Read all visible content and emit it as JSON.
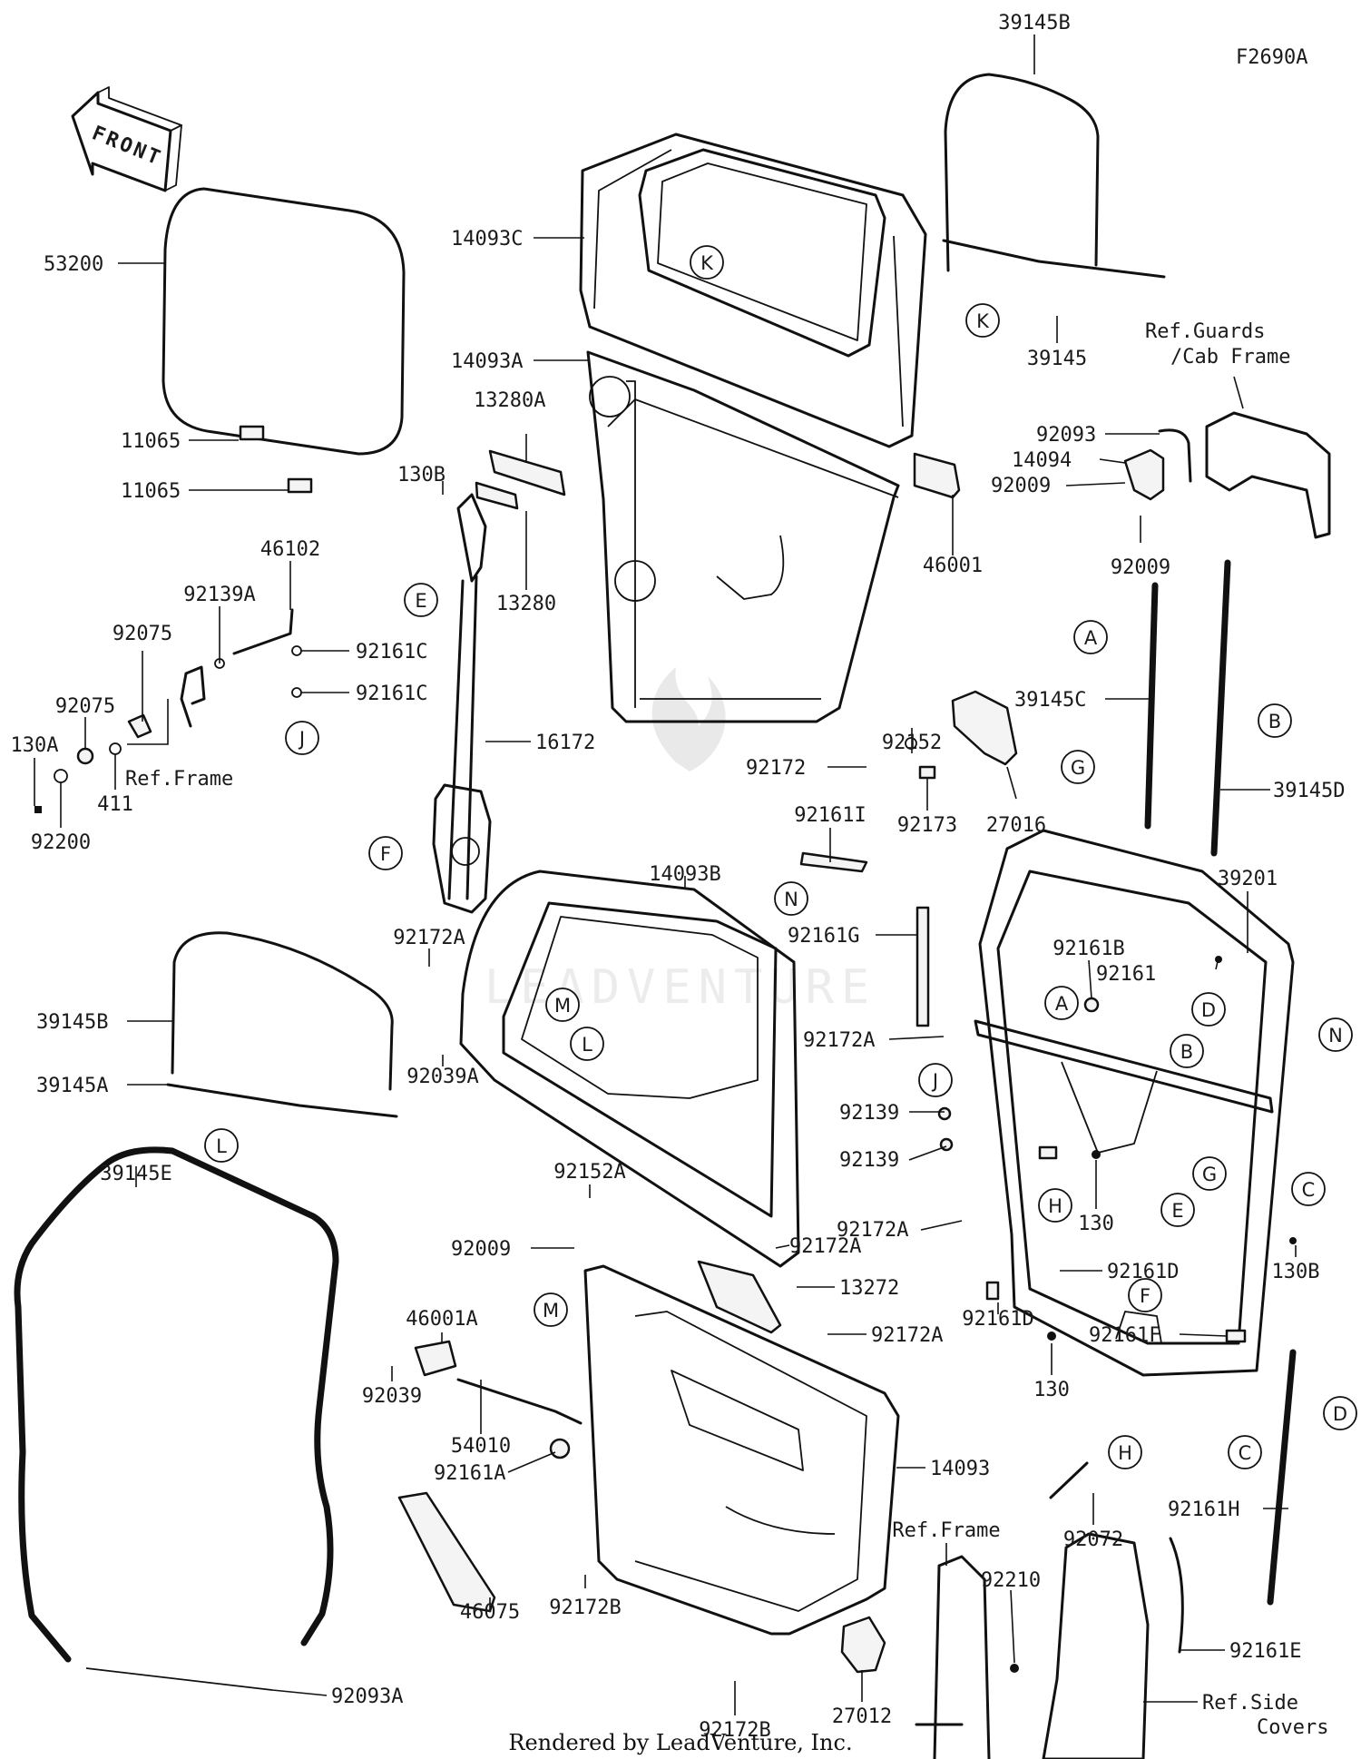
{
  "figure_id": "F2690A",
  "footer": "Rendered by LeadVenture, Inc.",
  "watermark": "LEADVENTURE",
  "front_arrow_label": "FRONT",
  "labels": {
    "p39145B_top": "39145B",
    "p53200": "53200",
    "p14093C": "14093C",
    "p14093A": "14093A",
    "p39145": "39145",
    "ref_guards": "Ref.Guards",
    "ref_cab_frame": "/Cab Frame",
    "p11065_a": "11065",
    "p11065_b": "11065",
    "p13280A": "13280A",
    "p130B_a": "130B",
    "p92093": "92093",
    "p14094": "14094",
    "p92009_a": "92009",
    "p92009_b": "92009",
    "p46001": "46001",
    "p46102": "46102",
    "p13280": "13280",
    "p92139A": "92139A",
    "p92075_a": "92075",
    "p92161C_a": "92161C",
    "p92075_b": "92075",
    "p92161C_b": "92161C",
    "p39145C": "39145C",
    "p130A": "130A",
    "ref_frame_a": "Ref.Frame",
    "p16172": "16172",
    "p92152": "92152",
    "p92172": "92172",
    "p411": "411",
    "p39145D": "39145D",
    "p92200": "92200",
    "p92173": "92173",
    "p27016": "27016",
    "p92161I": "92161I",
    "p14093B": "14093B",
    "p39201": "39201",
    "p92161G": "92161G",
    "p92172A_a": "92172A",
    "p92161B": "92161B",
    "p92161": "92161",
    "p39145B": "39145B",
    "p92172A_b": "92172A",
    "p39145A": "39145A",
    "p92039A": "92039A",
    "p92139_a": "92139",
    "p39145E": "39145E",
    "p92139_b": "92139",
    "p92152A": "92152A",
    "p92172A_c": "92172A",
    "p130_a": "130",
    "p130B_b": "130B",
    "p92009_c": "92009",
    "p92172A_d": "92172A",
    "p92161D_a": "92161D",
    "p46001A": "46001A",
    "p13272": "13272",
    "p92172A_e": "92172A",
    "p92161D_b": "92161D",
    "p92039": "92039",
    "p130_b": "130",
    "p92161F": "92161F",
    "p54010": "54010",
    "p92161A": "92161A",
    "p14093": "14093",
    "p92161H": "92161H",
    "p92072": "92072",
    "ref_frame_b": "Ref.Frame",
    "p46075": "46075",
    "p92210": "92210",
    "p92172B_a": "92172B",
    "p92161E": "92161E",
    "p92093A": "92093A",
    "ref_side": "Ref.Side",
    "covers": "Covers",
    "p27012": "27012",
    "p92172B_b": "92172B"
  },
  "callouts": {
    "K_a": "K",
    "K_b": "K",
    "E_a": "E",
    "E_b": "E",
    "A_a": "A",
    "A_b": "A",
    "B_a": "B",
    "B_b": "B",
    "G_a": "G",
    "G_b": "G",
    "J_a": "J",
    "J_b": "J",
    "F_a": "F",
    "F_b": "F",
    "N_a": "N",
    "N_b": "N",
    "M_a": "M",
    "M_b": "M",
    "L_a": "L",
    "L_b": "L",
    "D_a": "D",
    "D_b": "D",
    "C_a": "C",
    "C_b": "C",
    "H_a": "H",
    "H_b": "H"
  }
}
